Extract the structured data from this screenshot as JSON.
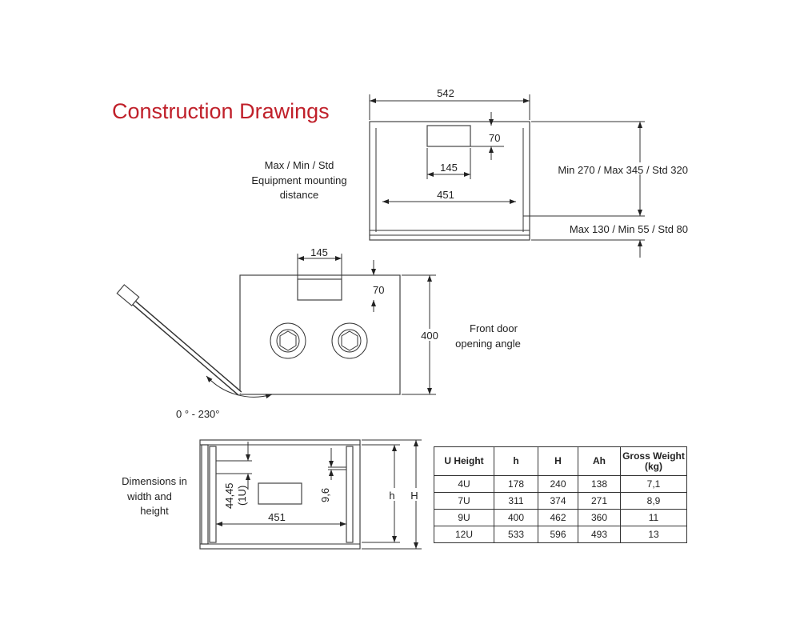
{
  "title": "Construction Drawings",
  "top_view": {
    "width_label": "542",
    "offset_label": "70",
    "cutout_label": "145",
    "inner_width_label": "451",
    "mounting_range_label": "Min 270 / Max 345 / Std 320",
    "rear_range_label": "Max 130 / Min 55 / Std 80",
    "caption": [
      "Max / Min / Std",
      "Equipment mounting",
      "distance"
    ]
  },
  "front_view": {
    "cutout_label": "145",
    "offset_label": "70",
    "depth_label": "400",
    "angle_label": "0 ° - 230°",
    "caption": [
      "Front door",
      "opening angle"
    ]
  },
  "side_view": {
    "unit_label": "44,45",
    "unit_sub_label": "(1U)",
    "gap_label": "9,6",
    "width_label": "451",
    "h_label": "h",
    "H_label": "H",
    "caption": [
      "Dimensions in",
      "width and",
      "height"
    ]
  },
  "table": {
    "headers": [
      "U Height",
      "h",
      "H",
      "Ah",
      "Gross Weight (kg)"
    ],
    "rows": [
      [
        "4U",
        "178",
        "240",
        "138",
        "7,1"
      ],
      [
        "7U",
        "311",
        "374",
        "271",
        "8,9"
      ],
      [
        "9U",
        "400",
        "462",
        "360",
        "11"
      ],
      [
        "12U",
        "533",
        "596",
        "493",
        "13"
      ]
    ]
  }
}
